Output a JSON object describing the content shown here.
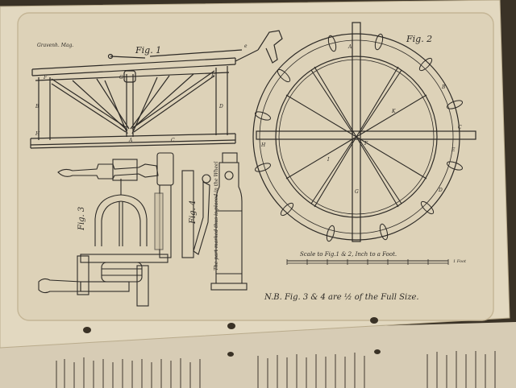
{
  "plate": {
    "corner_note": "Gravenh. Mag.",
    "fig1_title": "Fig. 1",
    "fig2_title": "Fig. 2",
    "fig3_title": "Fig. 3",
    "fig4_title": "Fig. 4",
    "scale_text": "Scale to Fig.1 & 2, Inch to a Foot.",
    "scale_unit": "1 Foot",
    "fig5_caption": "The part marked thus is placed in the Wheel",
    "footnote": "N.B. Fig. 3 & 4 are ½ of the Full Size.",
    "fig1_letters": [
      "A",
      "B",
      "C",
      "D",
      "E",
      "F",
      "G",
      "H",
      "e"
    ],
    "fig2_letters": [
      "A",
      "B",
      "C",
      "D",
      "E",
      "F",
      "G",
      "H",
      "I",
      "K"
    ]
  },
  "colors": {
    "paper": "#e2d8c0",
    "paper_edge": "#cdbf9f",
    "ink": "#2d2a26",
    "background": "#3a3226",
    "lower_page": "#d7ccb5"
  }
}
